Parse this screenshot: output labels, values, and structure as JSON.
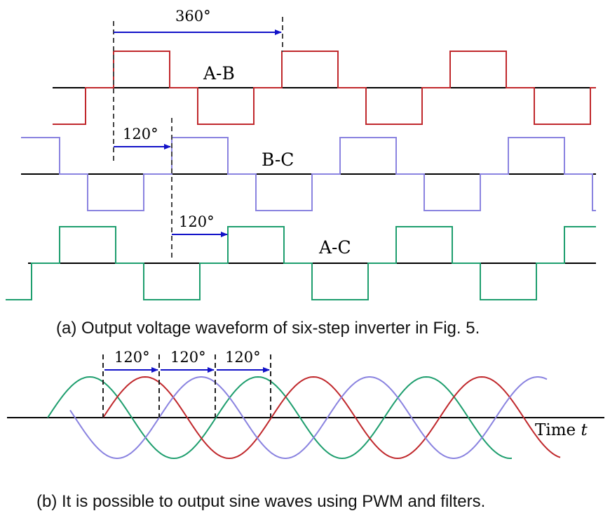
{
  "colors": {
    "ab": "#c0282c",
    "bc": "#8a83e0",
    "ac": "#1e9e6e",
    "arrow": "#1212c8",
    "baseline": "#000000"
  },
  "panel_a": {
    "waveforms": [
      {
        "id": "ab",
        "label": "A-B"
      },
      {
        "id": "bc",
        "label": "B-C"
      },
      {
        "id": "ac",
        "label": "A-C"
      }
    ],
    "period_label": "360°",
    "shift_label_1": "120°",
    "shift_label_2": "120°",
    "caption": "(a)  Output voltage waveform of six-step inverter in Fig. 5."
  },
  "panel_b": {
    "shift_labels": [
      "120°",
      "120°",
      "120°"
    ],
    "time_label": "Time",
    "time_symbol": "t",
    "caption": "(b) It is possible to output sine waves using PWM and filters."
  }
}
